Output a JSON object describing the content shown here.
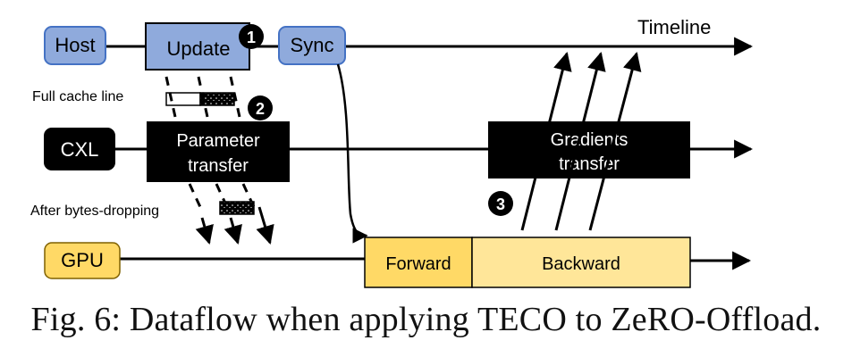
{
  "colors": {
    "blue_fill": "#8faadc",
    "blue_stroke": "#4472c4",
    "black": "#000000",
    "yellow_dark": "#ffd966",
    "yellow_light": "#ffe699",
    "yellow_stroke": "#7f6000",
    "badge": "#000000"
  },
  "labels": {
    "timeline": "Timeline",
    "host": "Host",
    "update": "Update",
    "sync": "Sync",
    "cxl": "CXL",
    "param_line1": "Parameter",
    "param_line2": "transfer",
    "grad_line1": "Gradients",
    "grad_line2": "transfer",
    "gpu": "GPU",
    "forward": "Forward",
    "backward": "Backward",
    "full_cache_line": "Full cache line",
    "after_bytes_dropping": "After bytes-dropping"
  },
  "badges": {
    "one": "1",
    "two": "2",
    "three": "3"
  },
  "icons": {
    "badge": "numbered-circle-icon",
    "arrow": "arrow-head-icon",
    "data_block": "cache-line-block-icon"
  },
  "caption": "Fig. 6: Dataflow when applying TECO to ZeRO-Offload."
}
